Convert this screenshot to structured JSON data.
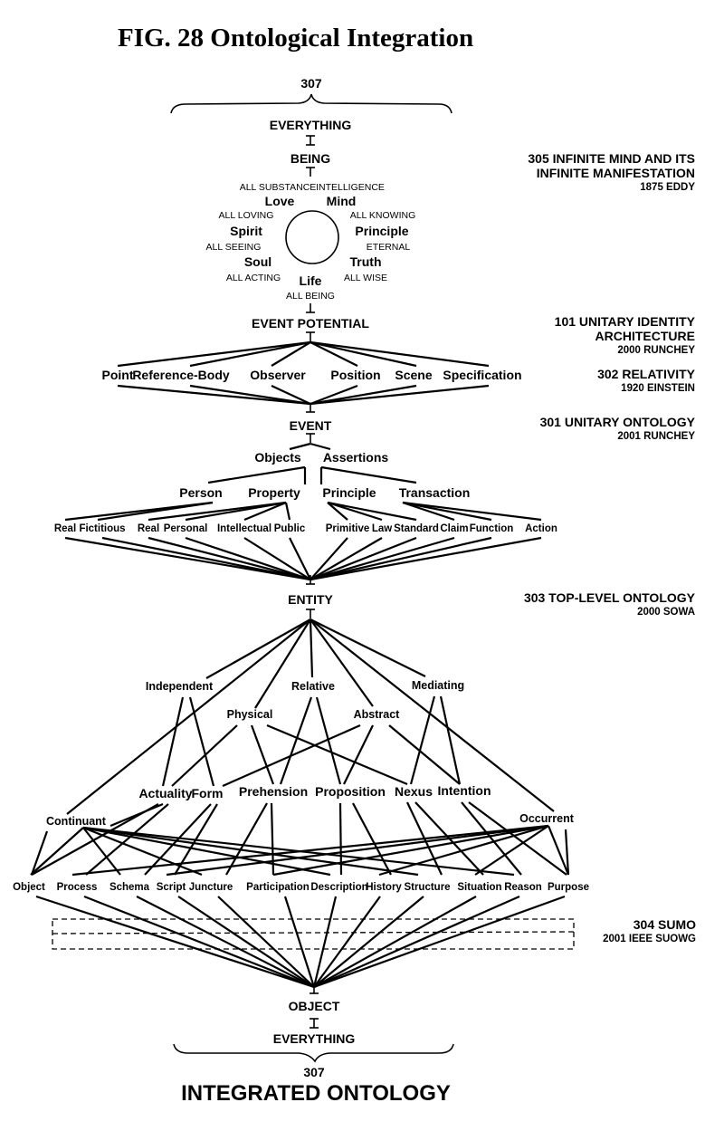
{
  "title": "FIG. 28 Ontological Integration",
  "top_brace_label": "307",
  "bottom_brace_label": "307",
  "bottom_title": "INTEGRATED ONTOLOGY",
  "spine": {
    "everything_top": "EVERYTHING",
    "being": "BEING",
    "event_potential": "EVENT POTENTIAL",
    "event": "EVENT",
    "entity": "ENTITY",
    "object": "OBJECT",
    "everything_bottom": "EVERYTHING"
  },
  "being_circle": {
    "attributes": [
      {
        "name": "Love",
        "quality": "ALL SUBSTANCE"
      },
      {
        "name": "Mind",
        "quality": "INTELLIGENCE"
      },
      {
        "name": "Spirit",
        "quality": "ALL LOVING"
      },
      {
        "name": "Principle",
        "quality": "ALL KNOWING"
      },
      {
        "name": "Soul",
        "quality": "ALL SEEING"
      },
      {
        "name": "Truth",
        "quality": "ETERNAL"
      },
      {
        "name": "Life",
        "quality": "ALL BEING"
      }
    ],
    "extra_qualities": [
      "ALL ACTING",
      "ALL WISE"
    ]
  },
  "relativity_nodes": [
    "Point",
    "Reference-Body",
    "Observer",
    "Position",
    "Scene",
    "Specification"
  ],
  "unitary": {
    "level1": [
      "Objects",
      "Assertions"
    ],
    "level2": [
      "Person",
      "Property",
      "Principle",
      "Transaction"
    ],
    "level3": [
      "Real",
      "Fictitious",
      "Real",
      "Personal",
      "Intellectual",
      "Public",
      "Primitive",
      "Law",
      "Standard",
      "Claim",
      "Function",
      "Action"
    ]
  },
  "sowa": {
    "level1": [
      "Independent",
      "Relative",
      "Mediating"
    ],
    "level2": [
      "Physical",
      "Abstract"
    ],
    "level3": [
      "Actuality",
      "Form",
      "Prehension",
      "Proposition",
      "Nexus",
      "Intention"
    ],
    "level4": [
      "Continuant",
      "Occurrent"
    ],
    "leaves": [
      "Object",
      "Process",
      "Schema",
      "Script",
      "Juncture",
      "Participation",
      "Description",
      "History",
      "Structure",
      "Situation",
      "Reason",
      "Purpose"
    ]
  },
  "references": [
    {
      "id": "ref-305",
      "lines": [
        "305 INFINITE MIND AND ITS",
        "INFINITE  MANIFESTATION"
      ],
      "sub": "1875 EDDY"
    },
    {
      "id": "ref-101",
      "lines": [
        "101 UNITARY IDENTITY",
        "ARCHITECTURE"
      ],
      "sub": "2000 RUNCHEY"
    },
    {
      "id": "ref-302",
      "lines": [
        "302 RELATIVITY"
      ],
      "sub": "1920 EINSTEIN"
    },
    {
      "id": "ref-301",
      "lines": [
        "301 UNITARY ONTOLOGY"
      ],
      "sub": "2001 RUNCHEY"
    },
    {
      "id": "ref-303",
      "lines": [
        "303 TOP-LEVEL ONTOLOGY"
      ],
      "sub": "2000 SOWA"
    },
    {
      "id": "ref-304",
      "lines": [
        "304 SUMO"
      ],
      "sub": "2001 IEEE SUOWG"
    }
  ]
}
